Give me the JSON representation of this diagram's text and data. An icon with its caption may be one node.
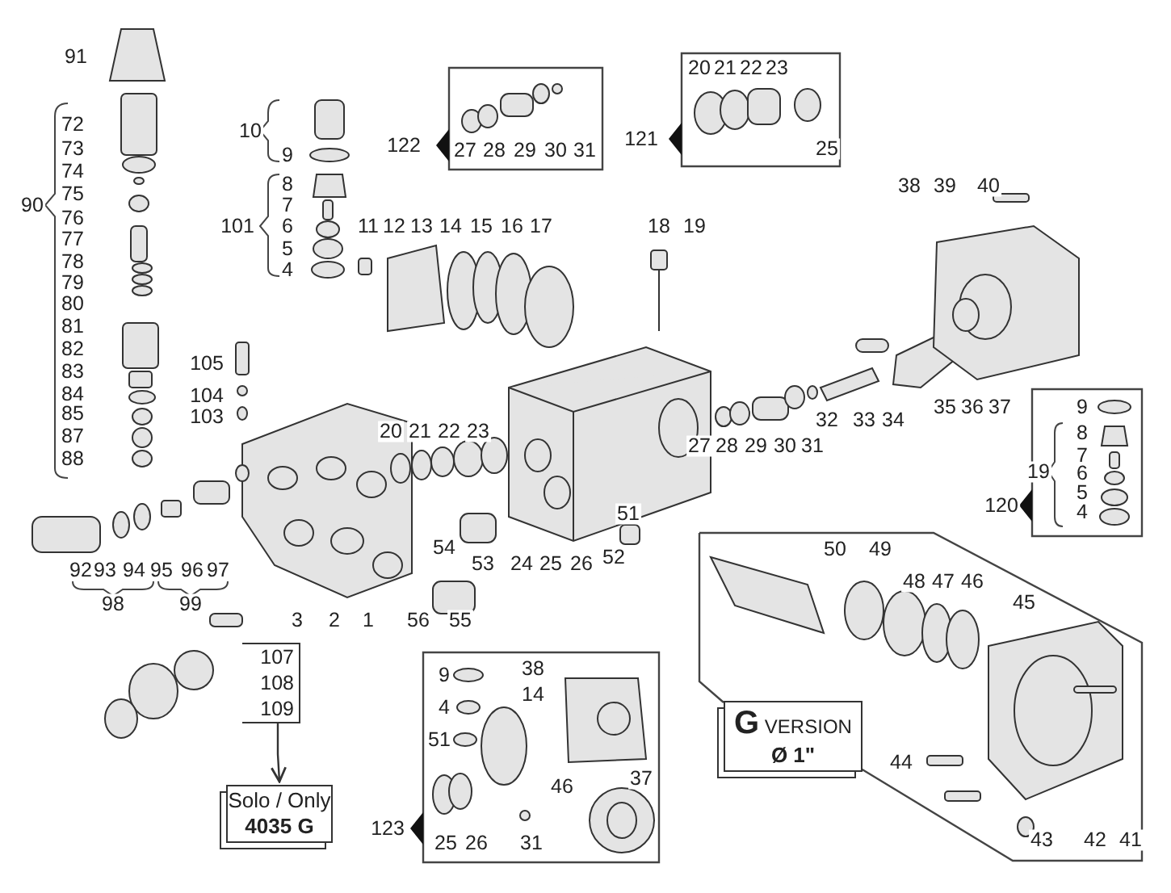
{
  "diagram": {
    "nodes": [
      {
        "text": [
          "**G** VERSION",
          "Ø 1\""
        ]
      },
      {
        "text": [
          "107",
          "108",
          "109"
        ]
      },
      {
        "text": [
          "Solo / Only",
          "4035 G"
        ]
      }
    ],
    "edges": [
      {
        "from": 1,
        "to": 2,
        "arrow": "to"
      }
    ],
    "labels": [
      "91",
      "122",
      "27",
      "28",
      "29",
      "30",
      "31",
      "121",
      "20",
      "21",
      "22",
      "23",
      "25",
      "10",
      "9",
      "72",
      "73",
      "74",
      "75",
      "76",
      "77",
      "78",
      "79",
      "80",
      "81",
      "90",
      "8",
      "7",
      "101",
      "6",
      "5",
      "4",
      "11",
      "12",
      "13",
      "14",
      "15",
      "16",
      "17",
      "18",
      "19",
      "38",
      "39",
      "40",
      "82",
      "83",
      "84",
      "85",
      "87",
      "88",
      "105",
      "104",
      "103",
      "20",
      "21",
      "22",
      "23",
      "9",
      "8",
      "7",
      "19",
      "6",
      "5",
      "120",
      "4",
      "32",
      "33",
      "34",
      "35",
      "36",
      "37",
      "27",
      "28",
      "29",
      "30",
      "31",
      "51",
      "52",
      "54",
      "53",
      "24",
      "25",
      "26",
      "56",
      "55",
      "92",
      "93",
      "94",
      "95",
      "96",
      "97",
      "98",
      "99",
      "3",
      "2",
      "1",
      "50",
      "49",
      "48",
      "47",
      "46",
      "45",
      "123",
      "9",
      "4",
      "51",
      "38",
      "14",
      "37",
      "46",
      "25",
      "26",
      "31",
      "44",
      "43",
      "42",
      "41"
    ]
  }
}
